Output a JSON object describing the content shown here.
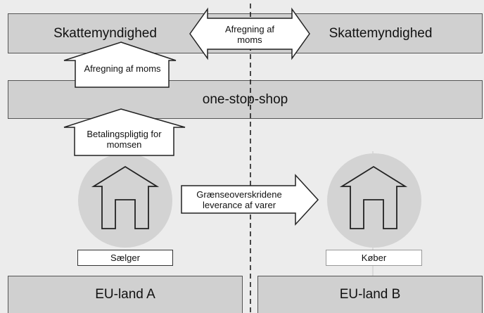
{
  "top_bar": {
    "left_label": "Skattemyndighed",
    "right_label": "Skattemyndighed"
  },
  "top_arrow": {
    "label_line1": "Afregning af",
    "label_line2": "moms"
  },
  "up_arrow_1": {
    "label": "Afregning af moms"
  },
  "middle_bar": {
    "label": "one-stop-shop"
  },
  "up_arrow_2": {
    "label_line1": "Betalingspligtig for",
    "label_line2": "momsen"
  },
  "delivery_arrow": {
    "label_line1": "Grænseoverskridene",
    "label_line2": "leverance af varer"
  },
  "seller": {
    "label": "Sælger"
  },
  "buyer": {
    "label": "Køber"
  },
  "bottom": {
    "left_label": "EU-land A",
    "right_label": "EU-land B"
  }
}
